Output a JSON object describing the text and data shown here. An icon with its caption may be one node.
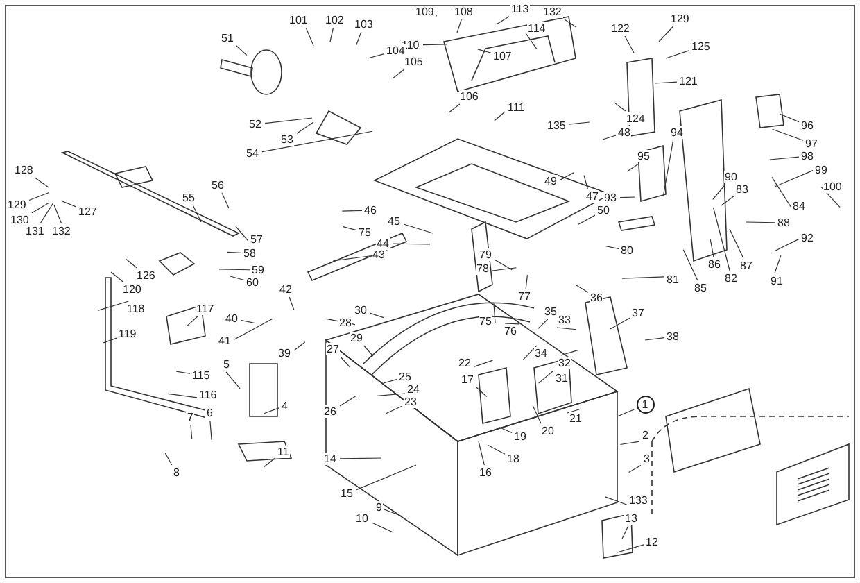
{
  "diagram": {
    "nodes": [
      {
        "text": [
          "101"
        ]
      },
      {
        "text": [
          "102"
        ]
      },
      {
        "text": [
          "103"
        ]
      },
      {
        "text": [
          "109"
        ]
      },
      {
        "text": [
          "108"
        ]
      },
      {
        "text": [
          "113"
        ]
      },
      {
        "text": [
          "132"
        ]
      },
      {
        "text": [
          "114"
        ]
      },
      {
        "text": [
          "122"
        ]
      },
      {
        "text": [
          "129"
        ]
      },
      {
        "text": [
          "51"
        ]
      },
      {
        "text": [
          "107"
        ]
      },
      {
        "text": [
          "110"
        ]
      },
      {
        "text": [
          "125"
        ]
      },
      {
        "text": [
          "104"
        ]
      },
      {
        "text": [
          "105"
        ]
      },
      {
        "text": [
          "121"
        ]
      },
      {
        "text": [
          "106"
        ]
      },
      {
        "text": [
          "111"
        ]
      },
      {
        "text": [
          "124"
        ]
      },
      {
        "text": [
          "52"
        ]
      },
      {
        "text": [
          "135"
        ]
      },
      {
        "text": [
          "96"
        ]
      },
      {
        "text": [
          "48"
        ]
      },
      {
        "text": [
          "53"
        ]
      },
      {
        "text": [
          "97"
        ]
      },
      {
        "text": [
          "95"
        ]
      },
      {
        "text": [
          "94"
        ]
      },
      {
        "text": [
          "54"
        ]
      },
      {
        "text": [
          "98"
        ]
      },
      {
        "text": [
          "99"
        ]
      },
      {
        "text": [
          "128"
        ]
      },
      {
        "text": [
          "100"
        ]
      },
      {
        "text": [
          "49"
        ]
      },
      {
        "text": [
          "90"
        ]
      },
      {
        "text": [
          "55"
        ]
      },
      {
        "text": [
          "56"
        ]
      },
      {
        "text": [
          "83"
        ]
      },
      {
        "text": [
          "47"
        ]
      },
      {
        "text": [
          "93"
        ]
      },
      {
        "text": [
          "84"
        ]
      },
      {
        "text": [
          "129"
        ]
      },
      {
        "text": [
          "127"
        ]
      },
      {
        "text": [
          "50"
        ]
      },
      {
        "text": [
          "88"
        ]
      },
      {
        "text": [
          "46"
        ]
      },
      {
        "text": [
          "45"
        ]
      },
      {
        "text": [
          "75"
        ]
      },
      {
        "text": [
          "44"
        ]
      },
      {
        "text": [
          "43"
        ]
      },
      {
        "text": [
          "92"
        ]
      },
      {
        "text": [
          "130"
        ]
      },
      {
        "text": [
          "131"
        ]
      },
      {
        "text": [
          "132"
        ]
      },
      {
        "text": [
          "57"
        ]
      },
      {
        "text": [
          "80"
        ]
      },
      {
        "text": [
          "58"
        ]
      },
      {
        "text": [
          "79"
        ]
      },
      {
        "text": [
          "86"
        ]
      },
      {
        "text": [
          "87"
        ]
      },
      {
        "text": [
          "78"
        ]
      },
      {
        "text": [
          "59"
        ]
      },
      {
        "text": [
          "126"
        ]
      },
      {
        "text": [
          "82"
        ]
      },
      {
        "text": [
          "81"
        ]
      },
      {
        "text": [
          "91"
        ]
      },
      {
        "text": [
          "60"
        ]
      },
      {
        "text": [
          "85"
        ]
      },
      {
        "text": [
          "120"
        ]
      },
      {
        "text": [
          "42"
        ]
      },
      {
        "text": [
          "77"
        ]
      },
      {
        "text": [
          "36"
        ]
      },
      {
        "text": [
          "118"
        ]
      },
      {
        "text": [
          "117"
        ]
      },
      {
        "text": [
          "30"
        ]
      },
      {
        "text": [
          "37"
        ]
      },
      {
        "text": [
          "35"
        ]
      },
      {
        "text": [
          "33"
        ]
      },
      {
        "text": [
          "40"
        ]
      },
      {
        "text": [
          "75"
        ]
      },
      {
        "text": [
          "28"
        ]
      },
      {
        "text": [
          "76"
        ]
      },
      {
        "text": [
          "119"
        ]
      },
      {
        "text": [
          "38"
        ]
      },
      {
        "text": [
          "29"
        ]
      },
      {
        "text": [
          "41"
        ]
      },
      {
        "text": [
          "27"
        ]
      },
      {
        "text": [
          "34"
        ]
      },
      {
        "text": [
          "39"
        ]
      },
      {
        "text": [
          "32"
        ]
      },
      {
        "text": [
          "22"
        ]
      },
      {
        "text": [
          "5"
        ]
      },
      {
        "text": [
          "115"
        ]
      },
      {
        "text": [
          "25"
        ]
      },
      {
        "text": [
          "31"
        ]
      },
      {
        "text": [
          "17"
        ]
      },
      {
        "text": [
          "24"
        ]
      },
      {
        "text": [
          "116"
        ]
      },
      {
        "text": [
          "23"
        ]
      },
      {
        "text": [
          "1"
        ]
      },
      {
        "text": [
          "4"
        ]
      },
      {
        "text": [
          "26"
        ]
      },
      {
        "text": [
          "6"
        ]
      },
      {
        "text": [
          "7"
        ]
      },
      {
        "text": [
          "21"
        ]
      },
      {
        "text": [
          "20"
        ]
      },
      {
        "text": [
          "19"
        ]
      },
      {
        "text": [
          "2"
        ]
      },
      {
        "text": [
          "11"
        ]
      },
      {
        "text": [
          "14"
        ]
      },
      {
        "text": [
          "18"
        ]
      },
      {
        "text": [
          "3"
        ]
      },
      {
        "text": [
          "8"
        ]
      },
      {
        "text": [
          "16"
        ]
      },
      {
        "text": [
          "15"
        ]
      },
      {
        "text": [
          "133"
        ]
      },
      {
        "text": [
          "9"
        ]
      },
      {
        "text": [
          "10"
        ]
      },
      {
        "text": [
          "13"
        ]
      },
      {
        "text": [
          "12"
        ]
      }
    ],
    "edges": [
      {
        "from": 0,
        "to": null,
        "arrow": "none"
      },
      {
        "from": 1,
        "to": null,
        "arrow": "none"
      },
      {
        "from": 2,
        "to": null,
        "arrow": "none"
      },
      {
        "from": 3,
        "to": null,
        "arrow": "none"
      },
      {
        "from": 4,
        "to": null,
        "arrow": "none"
      },
      {
        "from": 5,
        "to": null,
        "arrow": "none"
      },
      {
        "from": 6,
        "to": null,
        "arrow": "none"
      },
      {
        "from": 7,
        "to": null,
        "arrow": "none"
      },
      {
        "from": 8,
        "to": null,
        "arrow": "none"
      },
      {
        "from": 9,
        "to": null,
        "arrow": "none"
      },
      {
        "from": 10,
        "to": null,
        "arrow": "none"
      },
      {
        "from": 11,
        "to": null,
        "arrow": "none"
      },
      {
        "from": 12,
        "to": null,
        "arrow": "none"
      },
      {
        "from": 13,
        "to": null,
        "arrow": "none"
      },
      {
        "from": 14,
        "to": null,
        "arrow": "none"
      },
      {
        "from": 15,
        "to": null,
        "arrow": "none"
      },
      {
        "from": 16,
        "to": null,
        "arrow": "none"
      },
      {
        "from": 17,
        "to": null,
        "arrow": "none"
      },
      {
        "from": 18,
        "to": null,
        "arrow": "none"
      },
      {
        "from": 19,
        "to": null,
        "arrow": "none"
      },
      {
        "from": 20,
        "to": null,
        "arrow": "none"
      },
      {
        "from": 21,
        "to": null,
        "arrow": "none"
      },
      {
        "from": 22,
        "to": null,
        "arrow": "none"
      },
      {
        "from": 23,
        "to": null,
        "arrow": "none"
      },
      {
        "from": 24,
        "to": null,
        "arrow": "none"
      },
      {
        "from": 25,
        "to": null,
        "arrow": "none"
      },
      {
        "from": 26,
        "to": null,
        "arrow": "none"
      },
      {
        "from": 27,
        "to": null,
        "arrow": "none"
      },
      {
        "from": 28,
        "to": null,
        "arrow": "none"
      },
      {
        "from": 29,
        "to": null,
        "arrow": "none"
      },
      {
        "from": 30,
        "to": null,
        "arrow": "none"
      },
      {
        "from": 31,
        "to": null,
        "arrow": "none"
      },
      {
        "from": 32,
        "to": null,
        "arrow": "none"
      },
      {
        "from": 33,
        "to": null,
        "arrow": "none"
      },
      {
        "from": 34,
        "to": null,
        "arrow": "none"
      },
      {
        "from": 35,
        "to": null,
        "arrow": "none"
      },
      {
        "from": 36,
        "to": null,
        "arrow": "none"
      },
      {
        "from": 37,
        "to": null,
        "arrow": "none"
      },
      {
        "from": 38,
        "to": null,
        "arrow": "none"
      },
      {
        "from": 39,
        "to": null,
        "arrow": "none"
      },
      {
        "from": 40,
        "to": null,
        "arrow": "none"
      },
      {
        "from": 41,
        "to": null,
        "arrow": "none"
      },
      {
        "from": 42,
        "to": null,
        "arrow": "none"
      },
      {
        "from": 43,
        "to": null,
        "arrow": "none"
      },
      {
        "from": 44,
        "to": null,
        "arrow": "none"
      },
      {
        "from": 45,
        "to": null,
        "arrow": "none"
      },
      {
        "from": 46,
        "to": null,
        "arrow": "none"
      },
      {
        "from": 47,
        "to": null,
        "arrow": "none"
      },
      {
        "from": 48,
        "to": null,
        "arrow": "none"
      },
      {
        "from": 49,
        "to": null,
        "arrow": "none"
      },
      {
        "from": 50,
        "to": null,
        "arrow": "none"
      },
      {
        "from": 51,
        "to": null,
        "arrow": "none"
      },
      {
        "from": 52,
        "to": null,
        "arrow": "none"
      },
      {
        "from": 53,
        "to": null,
        "arrow": "none"
      },
      {
        "from": 54,
        "to": null,
        "arrow": "none"
      },
      {
        "from": 55,
        "to": null,
        "arrow": "none"
      },
      {
        "from": 56,
        "to": null,
        "arrow": "none"
      },
      {
        "from": 57,
        "to": null,
        "arrow": "none"
      },
      {
        "from": 58,
        "to": null,
        "arrow": "none"
      },
      {
        "from": 59,
        "to": null,
        "arrow": "none"
      },
      {
        "from": 60,
        "to": null,
        "arrow": "none"
      },
      {
        "from": 61,
        "to": null,
        "arrow": "none"
      },
      {
        "from": 62,
        "to": null,
        "arrow": "none"
      },
      {
        "from": 63,
        "to": null,
        "arrow": "none"
      },
      {
        "from": 64,
        "to": null,
        "arrow": "none"
      },
      {
        "from": 65,
        "to": null,
        "arrow": "none"
      },
      {
        "from": 66,
        "to": null,
        "arrow": "none"
      },
      {
        "from": 67,
        "to": null,
        "arrow": "none"
      },
      {
        "from": 68,
        "to": null,
        "arrow": "none"
      },
      {
        "from": 69,
        "to": null,
        "arrow": "none"
      },
      {
        "from": 70,
        "to": null,
        "arrow": "none"
      },
      {
        "from": 71,
        "to": null,
        "arrow": "none"
      },
      {
        "from": 72,
        "to": null,
        "arrow": "none"
      },
      {
        "from": 73,
        "to": null,
        "arrow": "none"
      },
      {
        "from": 74,
        "to": null,
        "arrow": "none"
      },
      {
        "from": 75,
        "to": null,
        "arrow": "none"
      },
      {
        "from": 76,
        "to": null,
        "arrow": "none"
      },
      {
        "from": 77,
        "to": null,
        "arrow": "none"
      },
      {
        "from": 78,
        "to": null,
        "arrow": "none"
      },
      {
        "from": 79,
        "to": null,
        "arrow": "none"
      },
      {
        "from": 80,
        "to": null,
        "arrow": "none"
      },
      {
        "from": 81,
        "to": null,
        "arrow": "none"
      },
      {
        "from": 82,
        "to": null,
        "arrow": "none"
      },
      {
        "from": 83,
        "to": null,
        "arrow": "none"
      },
      {
        "from": 84,
        "to": null,
        "arrow": "none"
      },
      {
        "from": 85,
        "to": null,
        "arrow": "none"
      },
      {
        "from": 86,
        "to": null,
        "arrow": "none"
      },
      {
        "from": 87,
        "to": null,
        "arrow": "none"
      },
      {
        "from": 88,
        "to": null,
        "arrow": "none"
      },
      {
        "from": 89,
        "to": null,
        "arrow": "none"
      },
      {
        "from": 90,
        "to": null,
        "arrow": "none"
      },
      {
        "from": 91,
        "to": null,
        "arrow": "none"
      },
      {
        "from": 92,
        "to": null,
        "arrow": "none"
      },
      {
        "from": 93,
        "to": null,
        "arrow": "none"
      },
      {
        "from": 94,
        "to": null,
        "arrow": "none"
      },
      {
        "from": 95,
        "to": null,
        "arrow": "none"
      },
      {
        "from": 96,
        "to": null,
        "arrow": "none"
      },
      {
        "from": 97,
        "to": null,
        "arrow": "none"
      },
      {
        "from": 98,
        "to": null,
        "arrow": "none"
      },
      {
        "from": 99,
        "to": null,
        "arrow": "none"
      },
      {
        "from": 100,
        "to": null,
        "arrow": "none"
      },
      {
        "from": 101,
        "to": null,
        "arrow": "none"
      },
      {
        "from": 102,
        "to": null,
        "arrow": "none"
      },
      {
        "from": 103,
        "to": null,
        "arrow": "none"
      },
      {
        "from": 104,
        "to": null,
        "arrow": "none"
      },
      {
        "from": 105,
        "to": null,
        "arrow": "none"
      },
      {
        "from": 106,
        "to": null,
        "arrow": "none"
      },
      {
        "from": 107,
        "to": null,
        "arrow": "none"
      },
      {
        "from": 108,
        "to": null,
        "arrow": "none"
      },
      {
        "from": 109,
        "to": null,
        "arrow": "none"
      },
      {
        "from": 110,
        "to": null,
        "arrow": "none"
      },
      {
        "from": 111,
        "to": null,
        "arrow": "none"
      },
      {
        "from": 112,
        "to": null,
        "arrow": "none"
      },
      {
        "from": 113,
        "to": null,
        "arrow": "none"
      },
      {
        "from": 114,
        "to": null,
        "arrow": "none"
      },
      {
        "from": 115,
        "to": null,
        "arrow": "none"
      },
      {
        "from": 116,
        "to": null,
        "arrow": "none"
      },
      {
        "from": 117,
        "to": null,
        "arrow": "none"
      },
      {
        "from": 118,
        "to": null,
        "arrow": "none"
      },
      {
        "from": 119,
        "to": null,
        "arrow": "none"
      }
    ]
  }
}
